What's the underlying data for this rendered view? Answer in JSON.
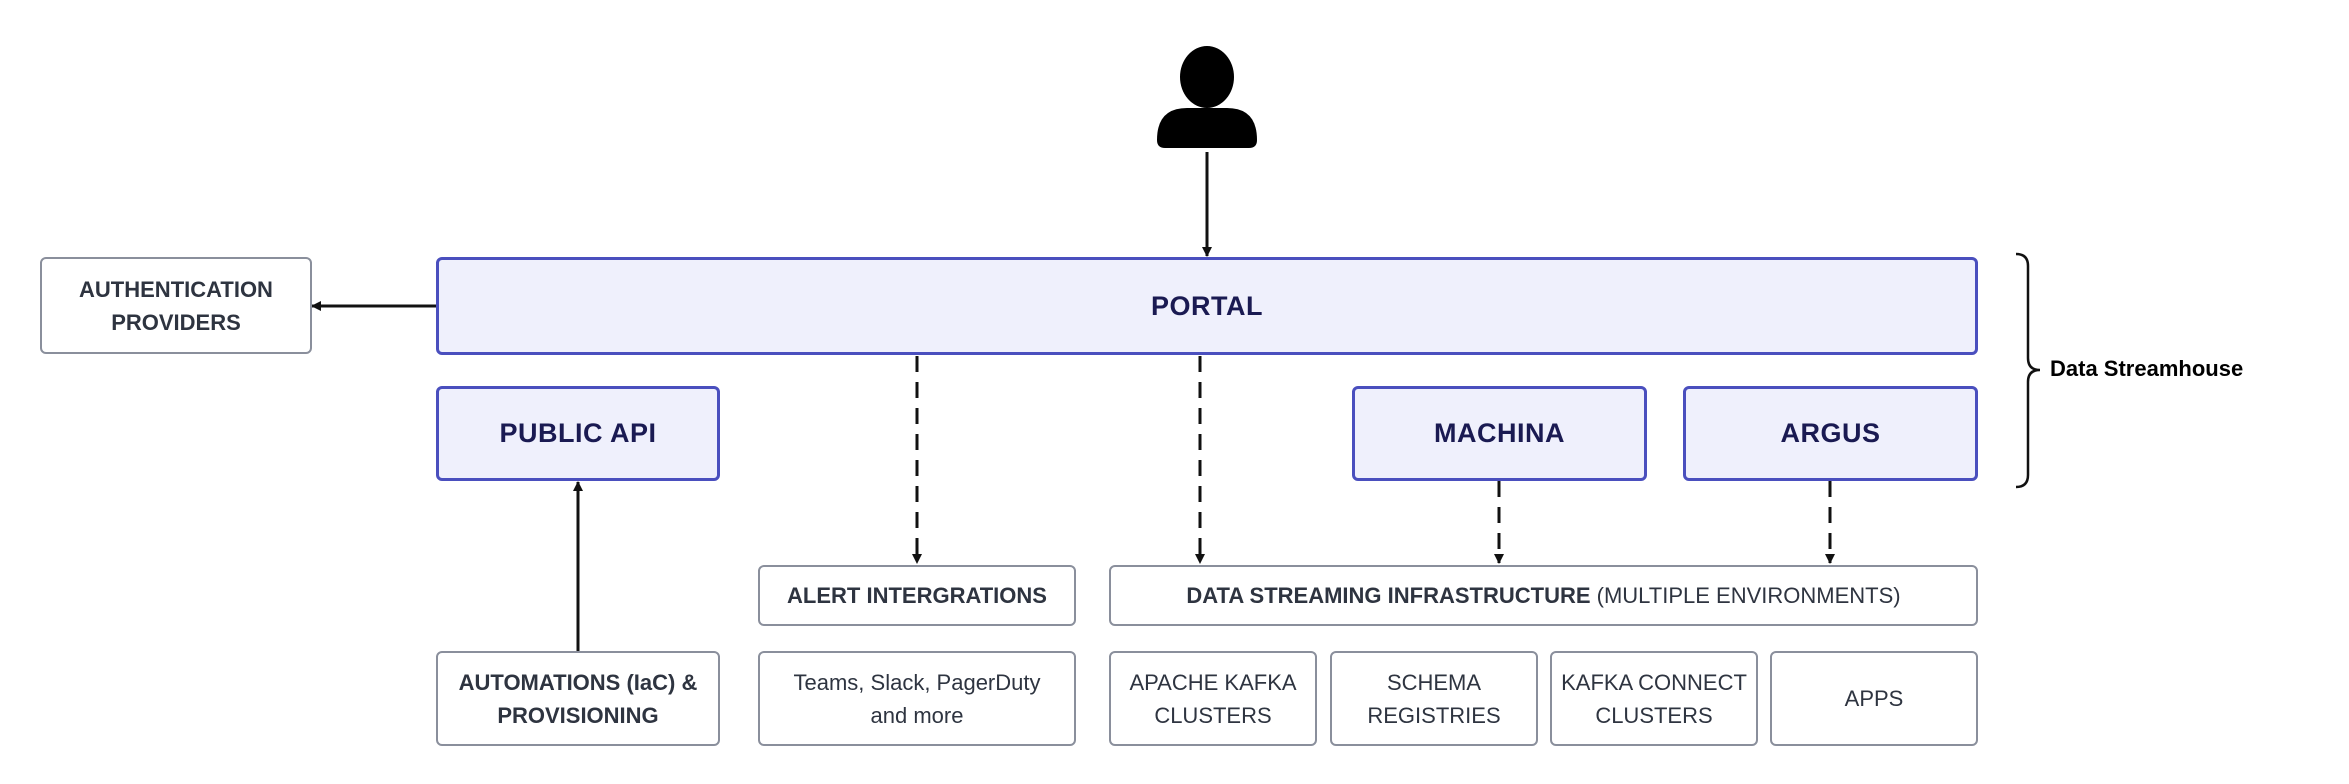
{
  "portal": "PORTAL",
  "public_api": "PUBLIC API",
  "machina": "MACHINA",
  "argus": "ARGUS",
  "auth_providers": [
    "AUTHENTICATION",
    "PROVIDERS"
  ],
  "alert_integrations": "ALERT INTERGRATIONS",
  "alert_examples": [
    "Teams, Slack, PagerDuty",
    "and more"
  ],
  "infrastructure": {
    "title": "DATA STREAMING INFRASTRUCTURE",
    "qualifier": "(MULTIPLE ENVIRONMENTS)"
  },
  "automations": [
    "AUTOMATIONS (IaC) &",
    "PROVISIONING"
  ],
  "components": {
    "kafka": [
      "APACHE KAFKA",
      "CLUSTERS"
    ],
    "schema": [
      "SCHEMA",
      "REGISTRIES"
    ],
    "connect": [
      "KAFKA CONNECT",
      "CLUSTERS"
    ],
    "apps": "APPS"
  },
  "group_label": "Data Streamhouse",
  "colors": {
    "primary_fill": "#eff0fc",
    "primary_border": "#4a4fbe",
    "primary_text": "#1a1a52",
    "secondary_border": "#8a8f9c"
  },
  "icons": {
    "user": "user-icon"
  }
}
